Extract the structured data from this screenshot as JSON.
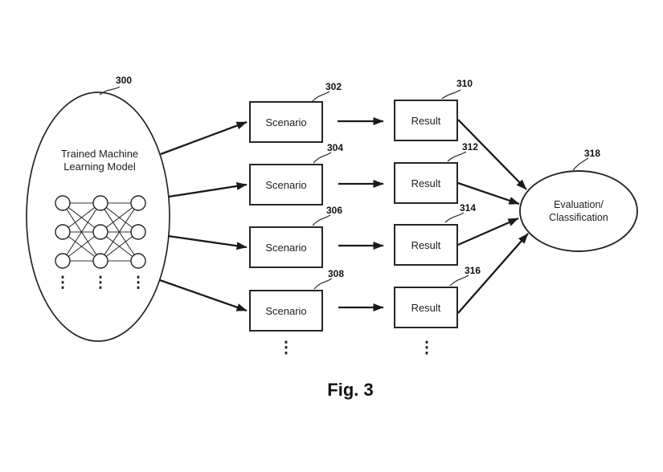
{
  "figure": {
    "caption": "Fig. 3"
  },
  "colors": {
    "line": "#1a1a1a",
    "background": "#ffffff"
  },
  "model": {
    "ref": "300",
    "label": "Trained Machine\nLearning Model"
  },
  "scenarios": [
    {
      "ref": "302",
      "label": "Scenario"
    },
    {
      "ref": "304",
      "label": "Scenario"
    },
    {
      "ref": "306",
      "label": "Scenario"
    },
    {
      "ref": "308",
      "label": "Scenario"
    }
  ],
  "results": [
    {
      "ref": "310",
      "label": "Result"
    },
    {
      "ref": "312",
      "label": "Result"
    },
    {
      "ref": "314",
      "label": "Result"
    },
    {
      "ref": "316",
      "label": "Result"
    }
  ],
  "evaluation": {
    "ref": "318",
    "label": "Evaluation/\nClassification"
  },
  "ellipsis_glyph": "⋮"
}
